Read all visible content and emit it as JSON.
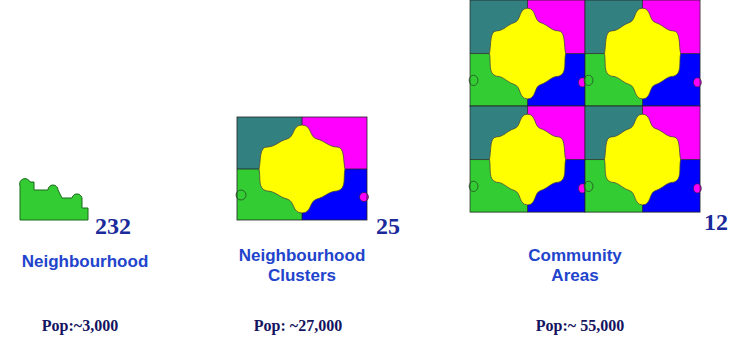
{
  "diagram": {
    "labels": [
      "232",
      "25",
      "12",
      "Neighbourhood",
      "Neighbourhood Clusters",
      "Community Areas",
      "Pop:~3,000",
      "Pop: ~27,000",
      "Pop:~ 55,000"
    ]
  }
}
